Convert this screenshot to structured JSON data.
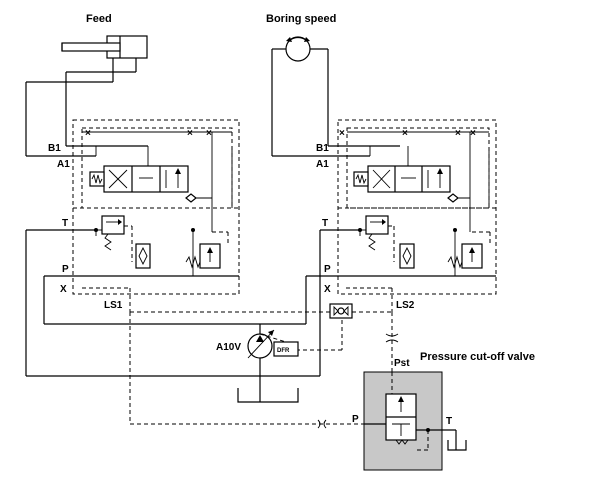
{
  "labels": {
    "feed": "Feed",
    "boring_speed": "Boring speed",
    "pressure_cutoff": "Pressure cut-off valve",
    "a10v": "A10V",
    "dfr": "DFR",
    "left_b1": "B1",
    "left_a1": "A1",
    "left_t": "T",
    "left_p": "P",
    "left_x": "X",
    "ls1": "LS1",
    "right_b1": "B1",
    "right_a1": "A1",
    "right_t": "T",
    "right_p": "P",
    "right_x": "X",
    "ls2": "LS2",
    "pst": "Pst",
    "valve_p": "P",
    "valve_t": "T"
  },
  "colors": {
    "line": "#000000",
    "valve_fill": "#c8c8c8",
    "background": "#ffffff"
  }
}
